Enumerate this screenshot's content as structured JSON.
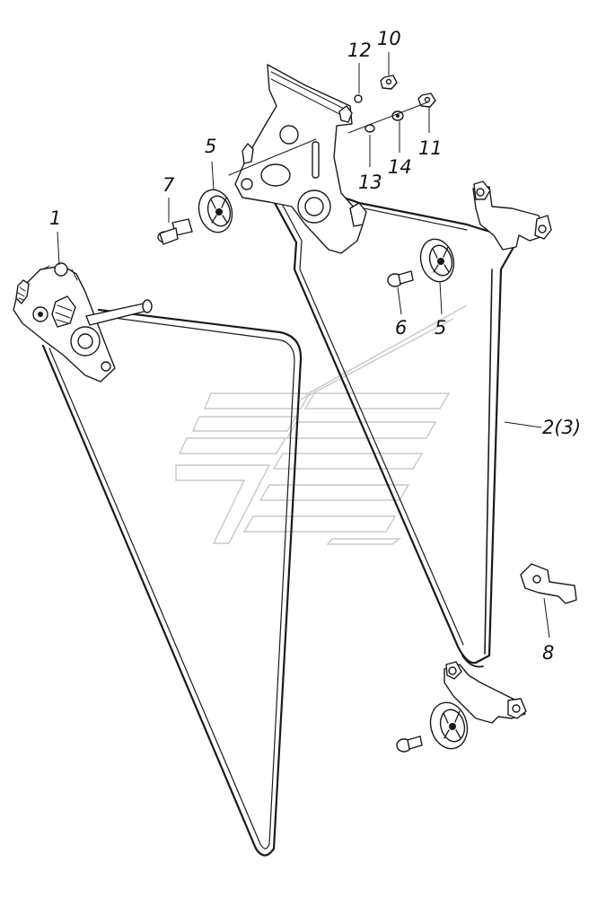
{
  "callouts": [
    {
      "id": "c1",
      "text": "1"
    },
    {
      "id": "c23",
      "text": "2(3)"
    },
    {
      "id": "c5a",
      "text": "5"
    },
    {
      "id": "c5b",
      "text": "5"
    },
    {
      "id": "c6",
      "text": "6"
    },
    {
      "id": "c7",
      "text": "7"
    },
    {
      "id": "c8",
      "text": "8"
    },
    {
      "id": "c10",
      "text": "10"
    },
    {
      "id": "c11",
      "text": "11"
    },
    {
      "id": "c12",
      "text": "12"
    },
    {
      "id": "c13",
      "text": "13"
    },
    {
      "id": "c14",
      "text": "14"
    }
  ],
  "colors": {
    "line": "#1a1a1a",
    "watermark": "#c8c8c8",
    "background": "#ffffff"
  }
}
